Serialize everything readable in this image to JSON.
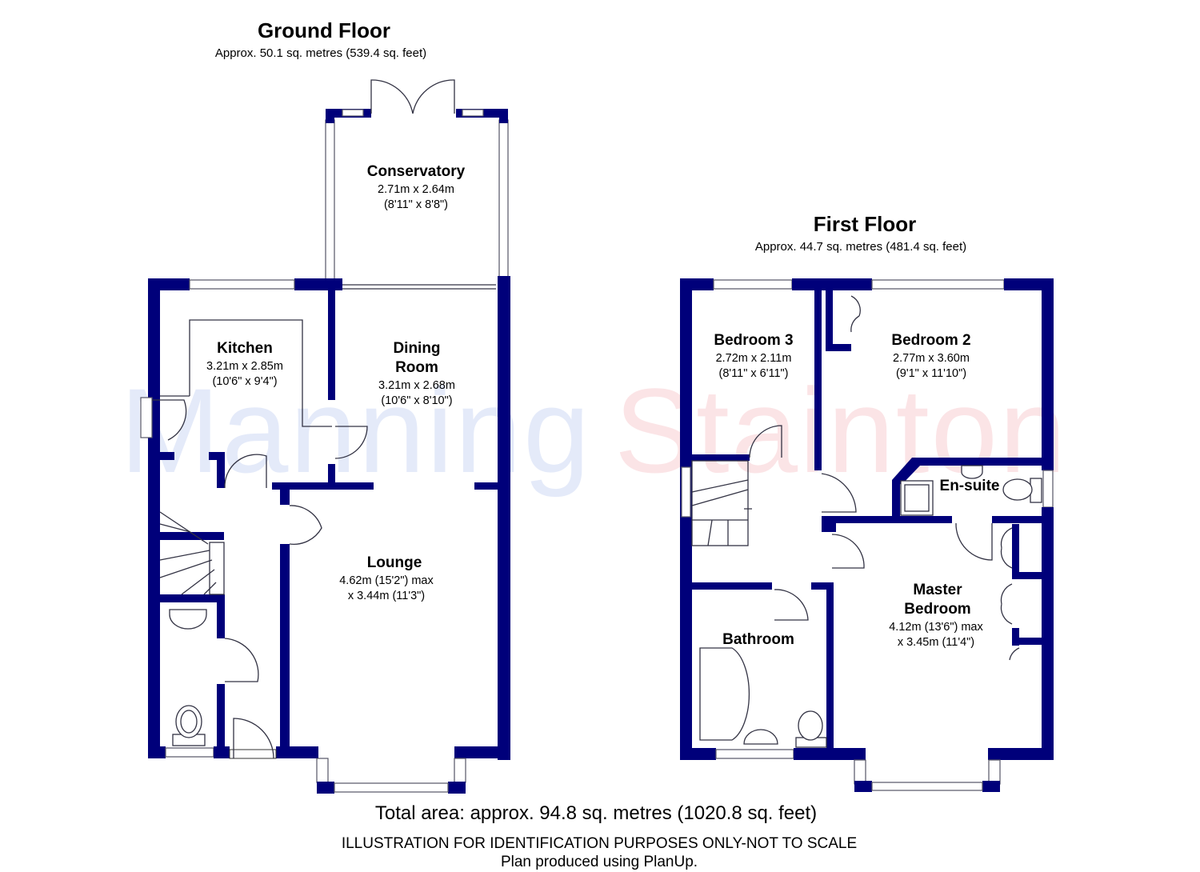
{
  "watermark": {
    "part1": "Manning",
    "part2": "Stainton"
  },
  "ground_floor": {
    "title": "Ground Floor",
    "area": "Approx. 50.1 sq. metres (539.4 sq. feet)",
    "rooms": {
      "conservatory": {
        "name": "Conservatory",
        "dim1": "2.71m x 2.64m",
        "dim2": "(8'11\" x 8'8\")"
      },
      "kitchen": {
        "name": "Kitchen",
        "dim1": "3.21m x 2.85m",
        "dim2": "(10'6\" x 9'4\")"
      },
      "dining": {
        "name1": "Dining",
        "name2": "Room",
        "dim1": "3.21m x 2.68m",
        "dim2": "(10'6\" x 8'10\")"
      },
      "lounge": {
        "name": "Lounge",
        "dim1": "4.62m (15'2\") max",
        "dim2": "x 3.44m (11'3\")"
      }
    }
  },
  "first_floor": {
    "title": "First Floor",
    "area": "Approx. 44.7 sq. metres (481.4 sq. feet)",
    "rooms": {
      "bedroom3": {
        "name": "Bedroom 3",
        "dim1": "2.72m x 2.11m",
        "dim2": "(8'11\" x 6'11\")"
      },
      "bedroom2": {
        "name": "Bedroom 2",
        "dim1": "2.77m x 3.60m",
        "dim2": "(9'1\" x 11'10\")"
      },
      "ensuite": {
        "name": "En-suite"
      },
      "bathroom": {
        "name": "Bathroom"
      },
      "master": {
        "name1": "Master",
        "name2": "Bedroom",
        "dim1": "4.12m (13'6\") max",
        "dim2": "x 3.45m (11'4\")"
      }
    }
  },
  "footer": {
    "total": "Total area: approx. 94.8 sq. metres (1020.8 sq. feet)",
    "disclaimer": "ILLUSTRATION FOR IDENTIFICATION PURPOSES ONLY-NOT TO SCALE",
    "credit": "Plan produced using PlanUp."
  }
}
